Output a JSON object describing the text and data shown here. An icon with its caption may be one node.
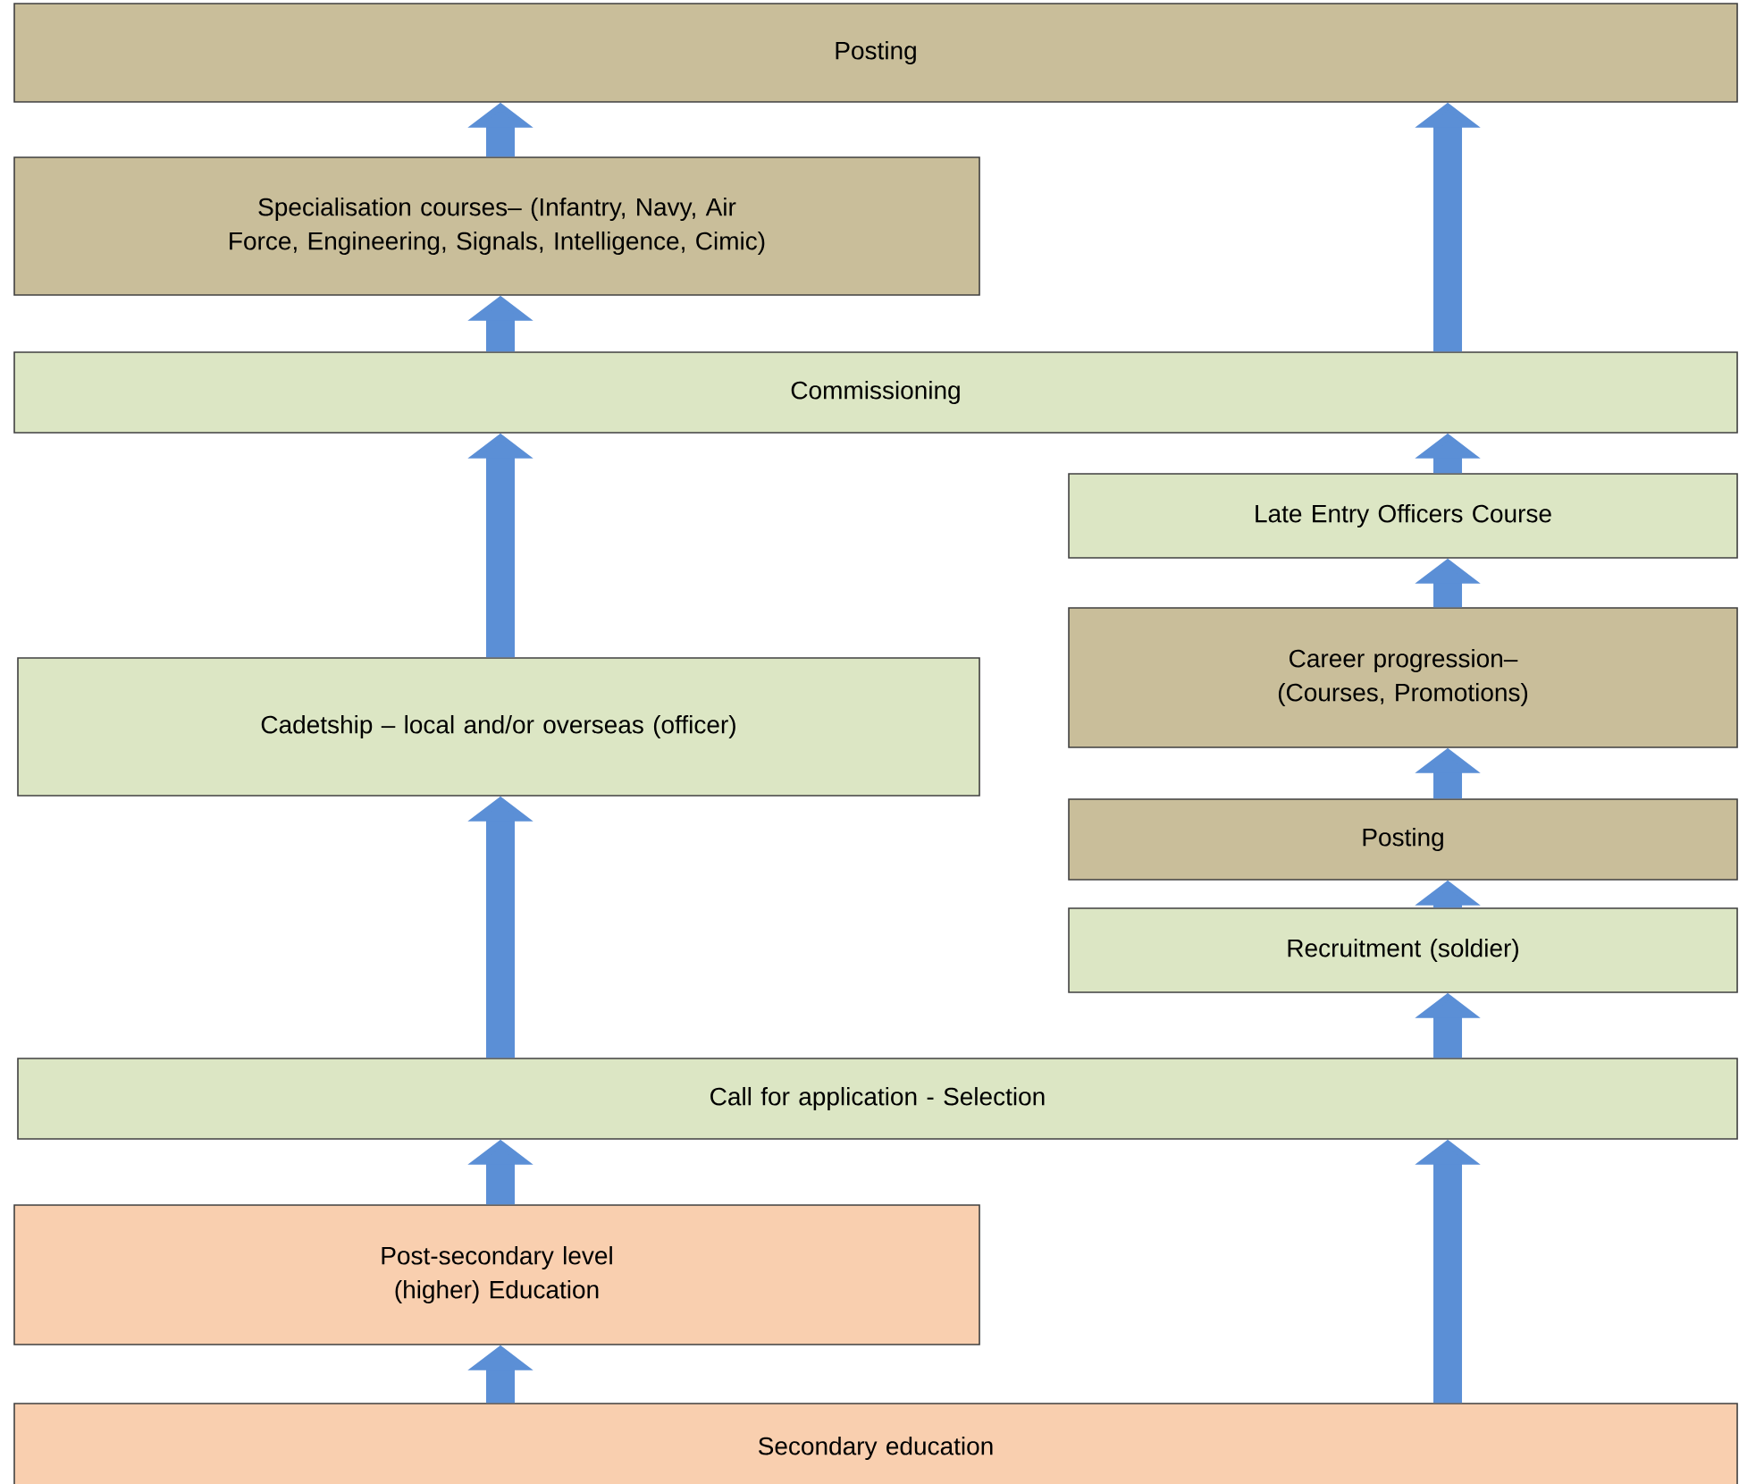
{
  "diagram": {
    "nodes": [
      {
        "text": [
          "Posting"
        ]
      },
      {
        "text": [
          "Specialisation courses– (Infantry, Navy, Air Force, Engineering, Signals, Intelligence, Cimic)"
        ]
      },
      {
        "text": [
          "Commissioning"
        ]
      },
      {
        "text": [
          "Late Entry Officers Course"
        ]
      },
      {
        "text": [
          "Cadetship – local and/or overseas (officer)"
        ]
      },
      {
        "text": [
          "Career progression– (Courses, Promotions)"
        ]
      },
      {
        "text": [
          "Posting"
        ]
      },
      {
        "text": [
          "Recruitment (soldier)"
        ]
      },
      {
        "text": [
          "Call for application - Selection"
        ]
      },
      {
        "text": [
          "Post-secondary level (higher)  Education"
        ]
      },
      {
        "text": [
          "Secondary education"
        ]
      }
    ],
    "edges": [
      {
        "from": 1,
        "to": 0,
        "arrow": "to"
      },
      {
        "from": 2,
        "to": 1,
        "arrow": "to"
      },
      {
        "from": 2,
        "to": 0,
        "arrow": "to"
      },
      {
        "from": 4,
        "to": 2,
        "arrow": "to"
      },
      {
        "from": 3,
        "to": 2,
        "arrow": "to"
      },
      {
        "from": 5,
        "to": 3,
        "arrow": "to"
      },
      {
        "from": 6,
        "to": 5,
        "arrow": "to"
      },
      {
        "from": 7,
        "to": 6,
        "arrow": "to"
      },
      {
        "from": 8,
        "to": 4,
        "arrow": "to"
      },
      {
        "from": 8,
        "to": 7,
        "arrow": "to"
      },
      {
        "from": 9,
        "to": 8,
        "arrow": "to"
      },
      {
        "from": 10,
        "to": 9,
        "arrow": "to"
      },
      {
        "from": 10,
        "to": 8,
        "arrow": "to"
      }
    ]
  }
}
